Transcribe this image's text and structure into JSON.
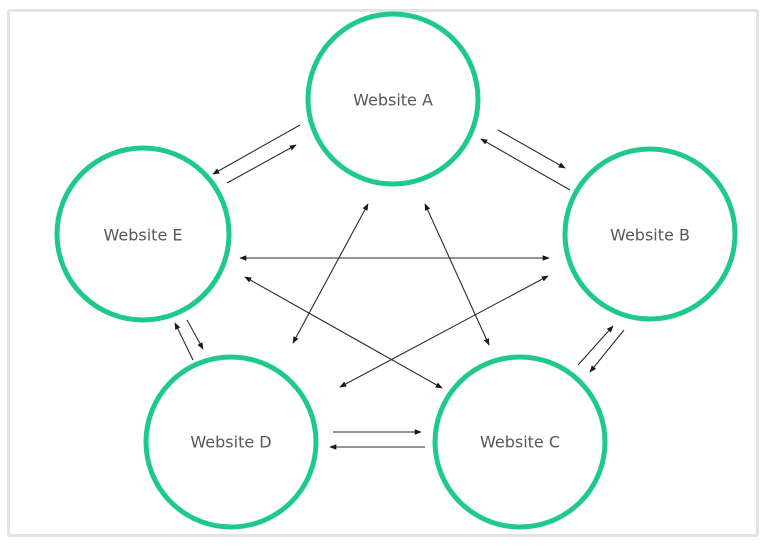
{
  "diagram": {
    "type": "network",
    "colors": {
      "node_stroke": "#1fc98b",
      "node_fill": "#ffffff",
      "label": "#575757",
      "edge": "#2b2b2b",
      "frame": "#e3e3e3"
    },
    "nodes": [
      {
        "id": "A",
        "label": "Website A"
      },
      {
        "id": "B",
        "label": "Website B"
      },
      {
        "id": "C",
        "label": "Website C"
      },
      {
        "id": "D",
        "label": "Website D"
      },
      {
        "id": "E",
        "label": "Website E"
      }
    ],
    "edges": [
      {
        "from": "A",
        "to": "E",
        "style": "single-arrow"
      },
      {
        "from": "E",
        "to": "A",
        "style": "single-arrow"
      },
      {
        "from": "A",
        "to": "B",
        "style": "single-arrow"
      },
      {
        "from": "B",
        "to": "A",
        "style": "single-arrow"
      },
      {
        "from": "E",
        "to": "D",
        "style": "single-arrow"
      },
      {
        "from": "D",
        "to": "E",
        "style": "single-arrow"
      },
      {
        "from": "B",
        "to": "C",
        "style": "single-arrow"
      },
      {
        "from": "C",
        "to": "B",
        "style": "single-arrow"
      },
      {
        "from": "D",
        "to": "C",
        "style": "single-arrow"
      },
      {
        "from": "C",
        "to": "D",
        "style": "single-arrow"
      },
      {
        "from": "A",
        "to": "D",
        "style": "double-arrow"
      },
      {
        "from": "A",
        "to": "C",
        "style": "double-arrow"
      },
      {
        "from": "E",
        "to": "B",
        "style": "double-arrow"
      },
      {
        "from": "E",
        "to": "C",
        "style": "double-arrow"
      },
      {
        "from": "D",
        "to": "B",
        "style": "double-arrow"
      }
    ]
  }
}
